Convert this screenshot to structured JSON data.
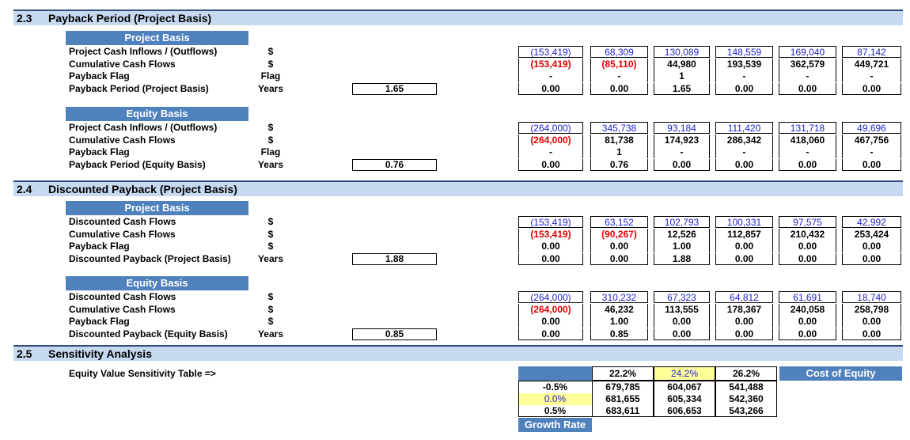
{
  "sections": {
    "s23": {
      "num": "2.3",
      "title": "Payback Period (Project Basis)"
    },
    "s24": {
      "num": "2.4",
      "title": "Discounted Payback (Project Basis)"
    },
    "s25": {
      "num": "2.5",
      "title": "Sensitivity Analysis"
    }
  },
  "blocks": [
    {
      "band": "Project Basis",
      "labels": [
        "Project Cash Inflows / (Outflows)",
        "Cumulative Cash Flows",
        "Payback Flag",
        "Payback Period (Project Basis)"
      ],
      "units": [
        "$",
        "$",
        "Flag",
        "Years"
      ],
      "result": "1.65",
      "rows": [
        [
          "(153,419)",
          "68,309",
          "130,089",
          "148,559",
          "169,040",
          "87,142"
        ],
        [
          "(153,419)",
          "(85,110)",
          "44,980",
          "193,539",
          "362,579",
          "449,721"
        ],
        [
          "-",
          "-",
          "1",
          "-",
          "-",
          "-"
        ],
        [
          "0.00",
          "0.00",
          "1.65",
          "0.00",
          "0.00",
          "0.00"
        ]
      ]
    },
    {
      "band": "Equity Basis",
      "labels": [
        "Project Cash Inflows / (Outflows)",
        "Cumulative Cash Flows",
        "Payback Flag",
        "Payback Period (Equity Basis)"
      ],
      "units": [
        "$",
        "$",
        "Flag",
        "Years"
      ],
      "result": "0.76",
      "rows": [
        [
          "(264,000)",
          "345,738",
          "93,184",
          "111,420",
          "131,718",
          "49,696"
        ],
        [
          "(264,000)",
          "81,738",
          "174,923",
          "286,342",
          "418,060",
          "467,756"
        ],
        [
          "-",
          "1",
          "-",
          "-",
          "-",
          "-"
        ],
        [
          "0.00",
          "0.76",
          "0.00",
          "0.00",
          "0.00",
          "0.00"
        ]
      ]
    },
    {
      "band": "Project Basis",
      "labels": [
        "Discounted Cash Flows",
        "Cumulative Cash Flows",
        "Payback Flag",
        "Discounted Payback (Project Basis)"
      ],
      "units": [
        "$",
        "$",
        "$",
        "Years"
      ],
      "result": "1.88",
      "rows": [
        [
          "(153,419)",
          "63,152",
          "102,793",
          "100,331",
          "97,575",
          "42,992"
        ],
        [
          "(153,419)",
          "(90,267)",
          "12,526",
          "112,857",
          "210,432",
          "253,424"
        ],
        [
          "0.00",
          "0.00",
          "1.00",
          "0.00",
          "0.00",
          "0.00"
        ],
        [
          "0.00",
          "0.00",
          "1.88",
          "0.00",
          "0.00",
          "0.00"
        ]
      ]
    },
    {
      "band": "Equity Basis",
      "labels": [
        "Discounted Cash Flows",
        "Cumulative Cash Flows",
        "Payback Flag",
        "Discounted Payback (Equity Basis)"
      ],
      "units": [
        "$",
        "$",
        "$",
        "Years"
      ],
      "result": "0.85",
      "rows": [
        [
          "(264,000)",
          "310,232",
          "67,323",
          "64,812",
          "61,691",
          "18,740"
        ],
        [
          "(264,000)",
          "46,232",
          "113,555",
          "178,367",
          "240,058",
          "258,798"
        ],
        [
          "0.00",
          "1.00",
          "0.00",
          "0.00",
          "0.00",
          "0.00"
        ],
        [
          "0.00",
          "0.85",
          "0.00",
          "0.00",
          "0.00",
          "0.00"
        ]
      ]
    }
  ],
  "sensitivity": {
    "label": "Equity Value Sensitivity Table =>",
    "col_header_label": "Cost of Equity",
    "row_header_label": "Growth Rate",
    "cols": [
      "22.2%",
      "24.2%",
      "26.2%"
    ],
    "rows": [
      "-0.5%",
      "0.0%",
      "0.5%"
    ],
    "values": [
      [
        "679,785",
        "604,067",
        "541,488"
      ],
      [
        "681,655",
        "605,334",
        "542,360"
      ],
      [
        "683,611",
        "606,653",
        "543,266"
      ]
    ]
  },
  "colors": {
    "header_band": "#c6d9f1",
    "sub_band": "#4f81bd",
    "negative": "#e00000",
    "input_blue": "#1f1fcc",
    "highlight": "#ffff99"
  }
}
